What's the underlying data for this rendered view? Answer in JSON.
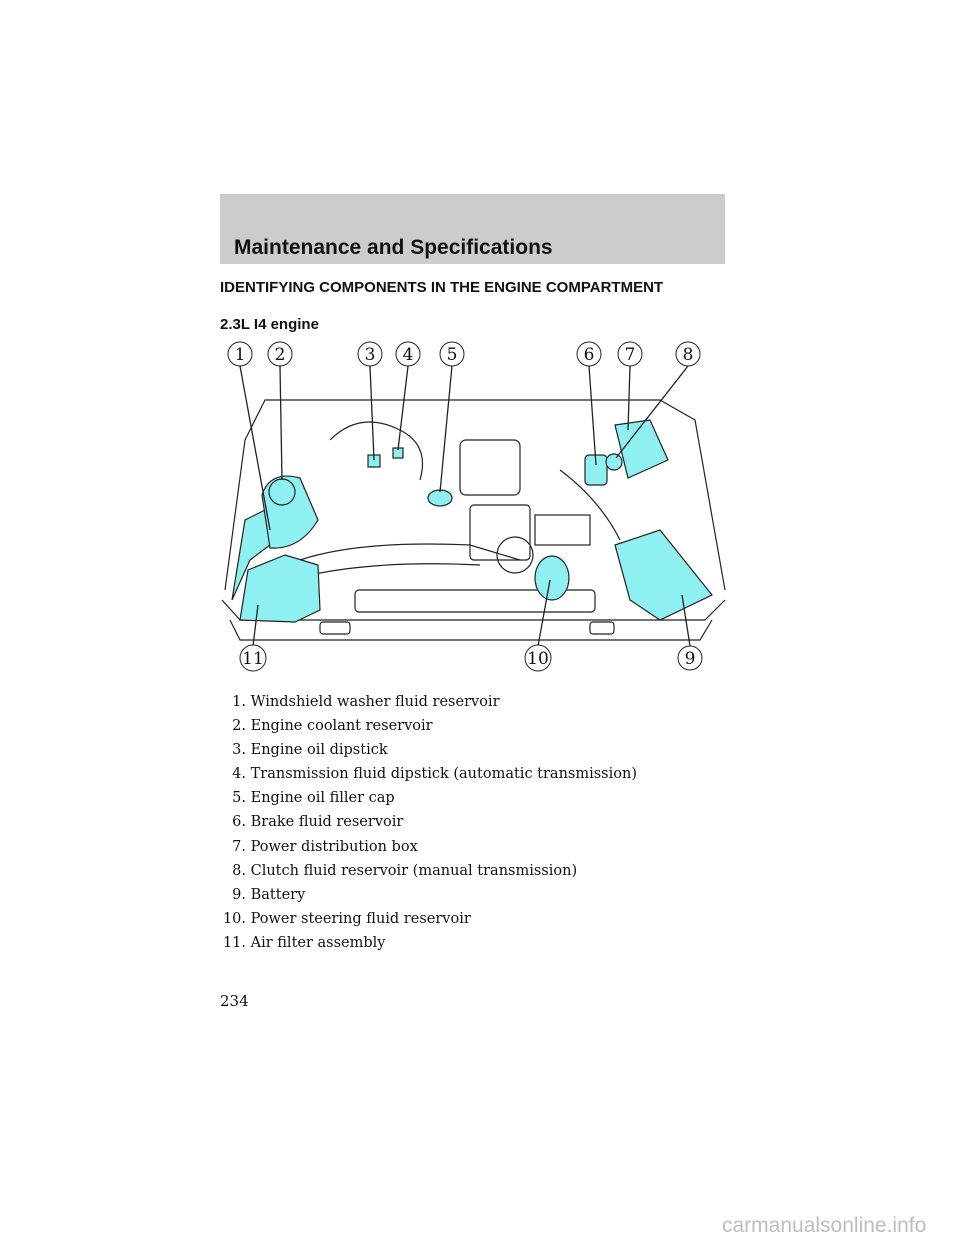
{
  "header": {
    "section_title": "Maintenance and Specifications"
  },
  "heading": "IDENTIFYING COMPONENTS IN THE ENGINE COMPARTMENT",
  "subheading": "2.3L I4 engine",
  "figure": {
    "highlight_color": "#8ef0f0",
    "callouts": [
      "1",
      "2",
      "3",
      "4",
      "5",
      "6",
      "7",
      "8",
      "9",
      "10",
      "11"
    ]
  },
  "legend": [
    {
      "num": "1.",
      "label": "Windshield washer fluid reservoir"
    },
    {
      "num": "2.",
      "label": "Engine coolant reservoir"
    },
    {
      "num": "3.",
      "label": "Engine oil dipstick"
    },
    {
      "num": "4.",
      "label": "Transmission fluid dipstick (automatic transmission)"
    },
    {
      "num": "5.",
      "label": "Engine oil filler cap"
    },
    {
      "num": "6.",
      "label": "Brake fluid reservoir"
    },
    {
      "num": "7.",
      "label": "Power distribution box"
    },
    {
      "num": "8.",
      "label": "Clutch fluid reservoir (manual transmission)"
    },
    {
      "num": "9.",
      "label": "Battery"
    },
    {
      "num": "10.",
      "label": "Power steering fluid reservoir"
    },
    {
      "num": "11.",
      "label": "Air filter assembly"
    }
  ],
  "page_number": "234",
  "watermark": "carmanualsonline.info"
}
